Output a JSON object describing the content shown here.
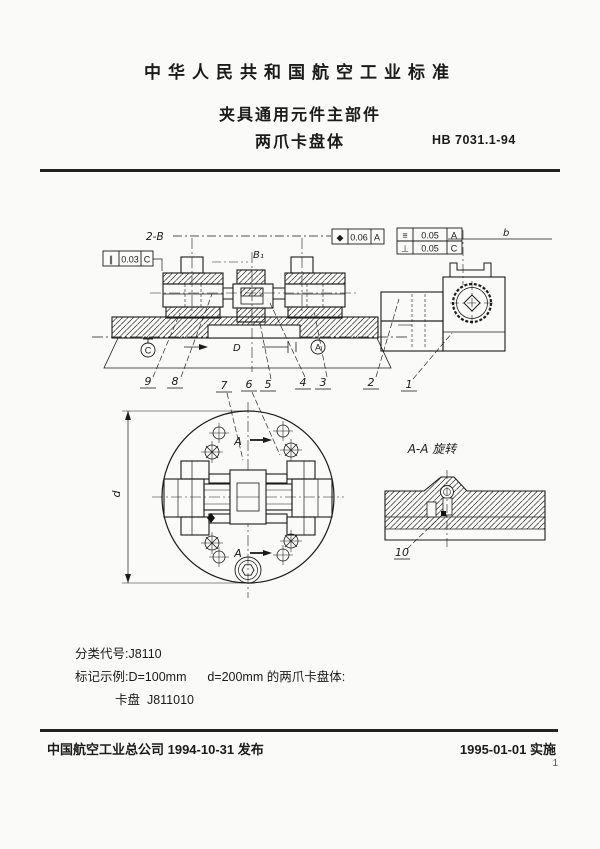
{
  "header": {
    "standard_name": "中华人民共和国航空工业标准",
    "subtitle1": "夹具通用元件主部件",
    "subtitle2": "两爪卡盘体",
    "standard_code": "HB 7031.1-94"
  },
  "drawing": {
    "front": {
      "label_2b": "2-B",
      "label_b1": "B₁",
      "label_d": "D",
      "datum_c": "C",
      "datum_a": "A",
      "tol_parallel_sym": "∥",
      "tol_parallel_val": "0.03",
      "tol_parallel_datum": "C",
      "tol_position_sym": "◆",
      "tol_position_val": "0.06",
      "tol_position_datum": "A"
    },
    "side": {
      "tol_symmetry_sym": "≡",
      "tol_symmetry_val": "0.05",
      "tol_symmetry_datum": "A",
      "tol_perp_sym": "⊥",
      "tol_perp_val": "0.05",
      "tol_perp_datum": "C",
      "label_b": "b"
    },
    "top": {
      "label_d": "d",
      "section_label": "A"
    },
    "section": {
      "title": "A-A 旋转",
      "part_label": "10"
    },
    "parts": [
      "9",
      "8",
      "7",
      "6",
      "5",
      "4",
      "3",
      "2",
      "1"
    ]
  },
  "notes": {
    "class_code": "分类代号:J8110",
    "example": "标记示例:D=100mm      d=200mm 的两爪卡盘体:",
    "designation": "卡盘  J811010"
  },
  "footer": {
    "issued": "中国航空工业总公司 1994-10-31 发布",
    "implemented": "1995-01-01 实施",
    "page_number": "1"
  }
}
